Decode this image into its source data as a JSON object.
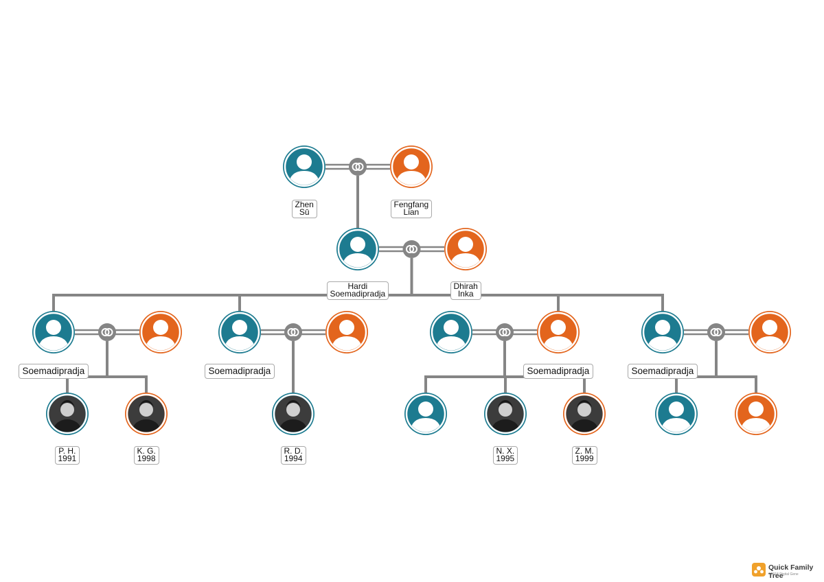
{
  "colors": {
    "male": "#1d7b90",
    "female": "#e3651d",
    "connector": "#858585",
    "photo_bg": "#3c3c3c"
  },
  "people": [
    {
      "id": "zhen",
      "gender": "male",
      "photo": false,
      "lines": [
        "Zhen",
        "Sū"
      ]
    },
    {
      "id": "fengfang",
      "gender": "female",
      "photo": false,
      "lines": [
        "Fengfang",
        "Lian"
      ]
    },
    {
      "id": "hardi",
      "gender": "male",
      "photo": false,
      "lines": [
        "Hardi",
        "Soemadipradja"
      ]
    },
    {
      "id": "dhirah",
      "gender": "female",
      "photo": false,
      "lines": [
        "Dhirah",
        "Inka"
      ]
    },
    {
      "id": "son1",
      "gender": "male",
      "photo": false,
      "lines": [
        "Soemadipradja"
      ]
    },
    {
      "id": "spouse1",
      "gender": "female",
      "photo": false,
      "lines": []
    },
    {
      "id": "son2",
      "gender": "male",
      "photo": false,
      "lines": [
        "Soemadipradja"
      ]
    },
    {
      "id": "spouse2",
      "gender": "female",
      "photo": false,
      "lines": []
    },
    {
      "id": "spouse3",
      "gender": "male",
      "photo": false,
      "lines": []
    },
    {
      "id": "daughter3",
      "gender": "female",
      "photo": false,
      "lines": [
        "Soemadipradja"
      ]
    },
    {
      "id": "son4",
      "gender": "male",
      "photo": false,
      "lines": [
        "Soemadipradja"
      ]
    },
    {
      "id": "spouse4",
      "gender": "female",
      "photo": false,
      "lines": []
    },
    {
      "id": "ph",
      "gender": "male",
      "photo": true,
      "lines": [
        "P. H.",
        "1991"
      ]
    },
    {
      "id": "kg",
      "gender": "female",
      "photo": true,
      "lines": [
        "K. G.",
        "1998"
      ]
    },
    {
      "id": "rd",
      "gender": "male",
      "photo": true,
      "lines": [
        "R. D.",
        "1994"
      ]
    },
    {
      "id": "child3a",
      "gender": "male",
      "photo": false,
      "lines": []
    },
    {
      "id": "nx",
      "gender": "male",
      "photo": true,
      "lines": [
        "N. X.",
        "1995"
      ]
    },
    {
      "id": "zm",
      "gender": "female",
      "photo": true,
      "lines": [
        "Z. M.",
        "1999"
      ]
    },
    {
      "id": "child4a",
      "gender": "male",
      "photo": false,
      "lines": []
    },
    {
      "id": "child4b",
      "gender": "female",
      "photo": false,
      "lines": []
    }
  ],
  "couples": [
    {
      "id": "c-zhen-fengfang",
      "a": "zhen",
      "b": "fengfang",
      "children": [
        "hardi"
      ]
    },
    {
      "id": "c-hardi-dhirah",
      "a": "hardi",
      "b": "dhirah",
      "children": [
        "son1",
        "son2",
        "daughter3",
        "son4"
      ]
    },
    {
      "id": "c-son1",
      "a": "son1",
      "b": "spouse1",
      "children": [
        "ph",
        "kg"
      ]
    },
    {
      "id": "c-son2",
      "a": "son2",
      "b": "spouse2",
      "children": [
        "rd"
      ]
    },
    {
      "id": "c-daughter3",
      "a": "spouse3",
      "b": "daughter3",
      "children": [
        "child3a",
        "nx",
        "zm"
      ]
    },
    {
      "id": "c-son4",
      "a": "son4",
      "b": "spouse4",
      "children": [
        "child4a",
        "child4b"
      ]
    }
  ],
  "branding": {
    "app_name": "Quick Family Tree",
    "copyright": "©2018 Digital Gene"
  }
}
